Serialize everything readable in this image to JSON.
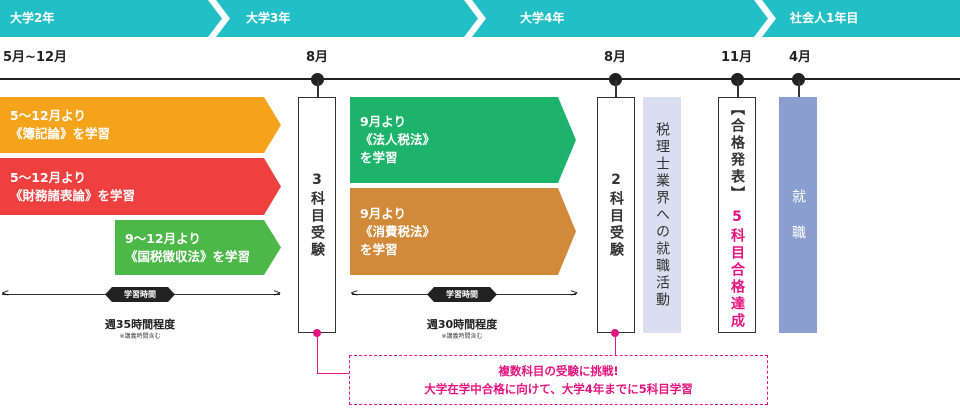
{
  "stages": [
    "大学2年",
    "大学3年",
    "大学4年",
    "社会人1年目"
  ],
  "months": [
    "5月~12月",
    "8月",
    "8月",
    "11月",
    "4月"
  ],
  "subjects": {
    "boki": {
      "line1": "5～12月より",
      "line2": "《簿記論》を学習"
    },
    "zaimu": {
      "line1": "5～12月より",
      "line2": "《財務諸表論》を学習"
    },
    "kokuzei": {
      "line1": "9～12月より",
      "line2": "《国税徴収法》を学習"
    },
    "hojin": {
      "line1": "9月より",
      "line2": "《法人税法》",
      "line3": "を学習"
    },
    "shohi": {
      "line1": "9月より",
      "line2": "《消費税法》",
      "line3": "を学習"
    }
  },
  "exam3": "3科目受験",
  "exam2": "2科目受験",
  "jobhunt": "税理士業界への就職活動",
  "announce": "【合格発表】",
  "achieve": "5科目合格達成",
  "employment": "就 職",
  "study_badge": "学習時間",
  "hours1": "週35時間程度",
  "hours2": "週30時間程度",
  "hours_note": "※講義時間含む",
  "callout": {
    "line1": "複数科目の受験に挑戦!",
    "line2": "大学在学中合格に向けて、大学4年までに5科目学習"
  },
  "colors": {
    "teal": "#22bfc6",
    "orange": "#f6a31c",
    "red": "#ef4040",
    "green": "#4cb848",
    "green2": "#1db36b",
    "brown": "#d1893a",
    "pink": "#e5147f",
    "lavender": "#d9dff0",
    "blue": "#8a9fd0"
  }
}
